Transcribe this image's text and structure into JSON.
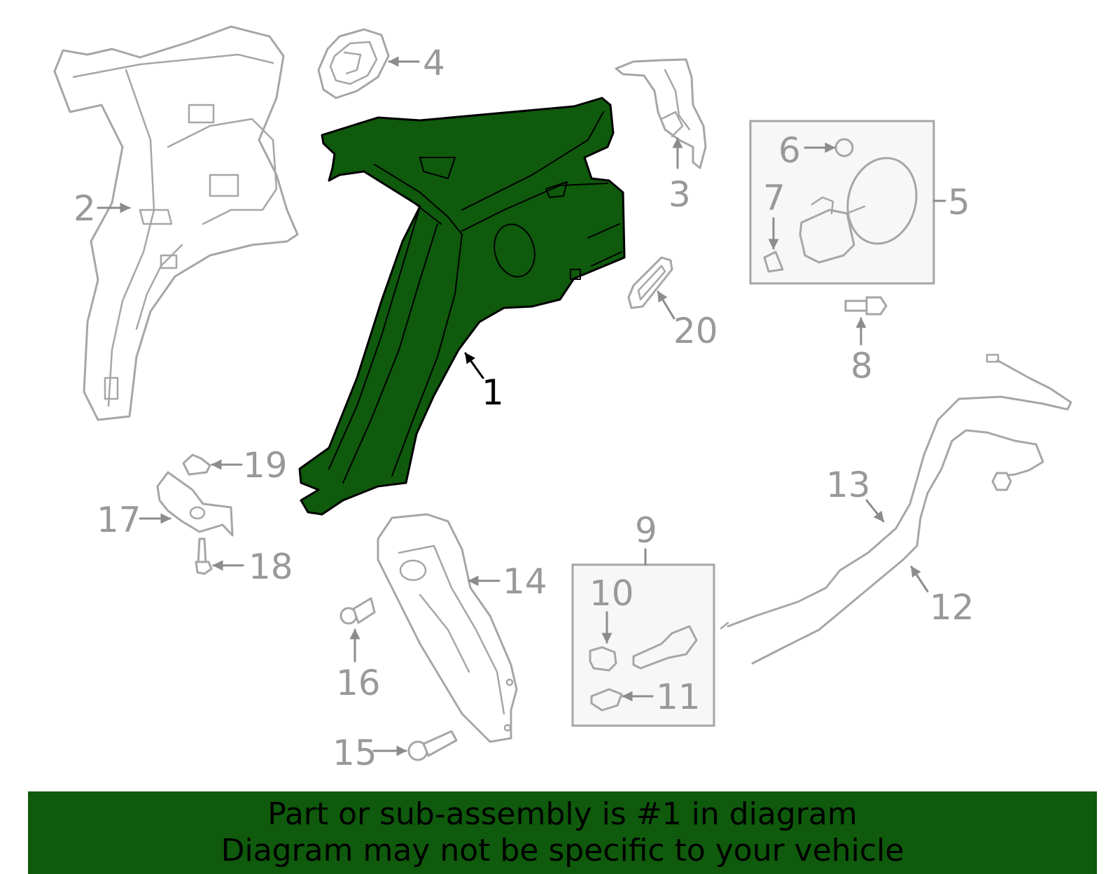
{
  "callouts": {
    "c1": "1",
    "c2": "2",
    "c3": "3",
    "c4": "4",
    "c5": "5",
    "c6": "6",
    "c7": "7",
    "c8": "8",
    "c9": "9",
    "c10": "10",
    "c11": "11",
    "c12": "12",
    "c13": "13",
    "c14": "14",
    "c15": "15",
    "c16": "16",
    "c17": "17",
    "c18": "18",
    "c19": "19",
    "c20": "20"
  },
  "highlight_color": "#0f5a0c",
  "banner": {
    "line1": "Part or sub-assembly is #1 in diagram",
    "line2": "Diagram may not be specific to your vehicle"
  }
}
